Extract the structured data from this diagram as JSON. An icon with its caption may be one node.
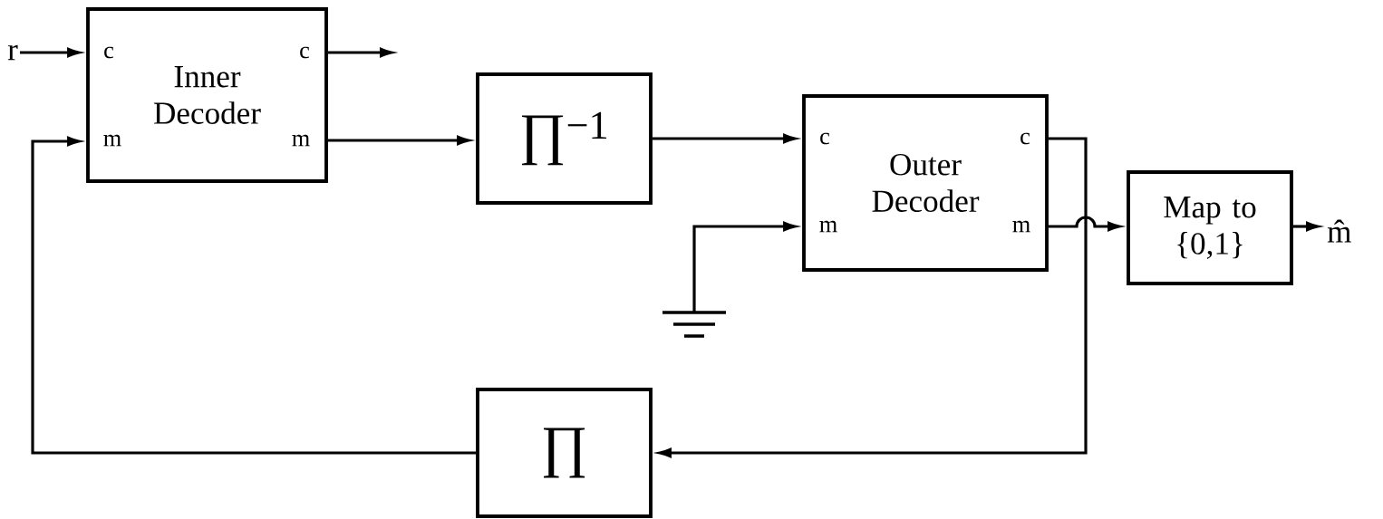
{
  "diagram": {
    "nodes": [
      {
        "text": [
          "r"
        ]
      },
      {
        "text": [
          "c",
          "m",
          "Inner Decoder",
          "c",
          "m"
        ]
      },
      {
        "text": [
          "∏$^{−1}$"
        ]
      },
      {
        "text": [
          "c",
          "m",
          "Outer Decoder",
          "c",
          "m"
        ]
      },
      {
        "text": [],
        "shape": "ground"
      },
      {
        "text": [
          "Map to {0,1}"
        ]
      },
      {
        "text": [
          "m̂"
        ]
      },
      {
        "text": [
          "∏"
        ]
      }
    ],
    "edges": [
      {
        "from": 0,
        "to": 1,
        "arrow": "to"
      },
      {
        "from": 1,
        "to": null,
        "arrow": "to"
      },
      {
        "from": 1,
        "to": 2,
        "arrow": "to"
      },
      {
        "from": 2,
        "to": 3,
        "arrow": "to"
      },
      {
        "from": 4,
        "to": 3,
        "arrow": "to"
      },
      {
        "from": 3,
        "to": 5,
        "arrow": "to"
      },
      {
        "from": 5,
        "to": 6,
        "arrow": "to"
      },
      {
        "from": 3,
        "to": 7,
        "arrow": "to"
      },
      {
        "from": 7,
        "to": 1,
        "arrow": "to"
      }
    ]
  }
}
